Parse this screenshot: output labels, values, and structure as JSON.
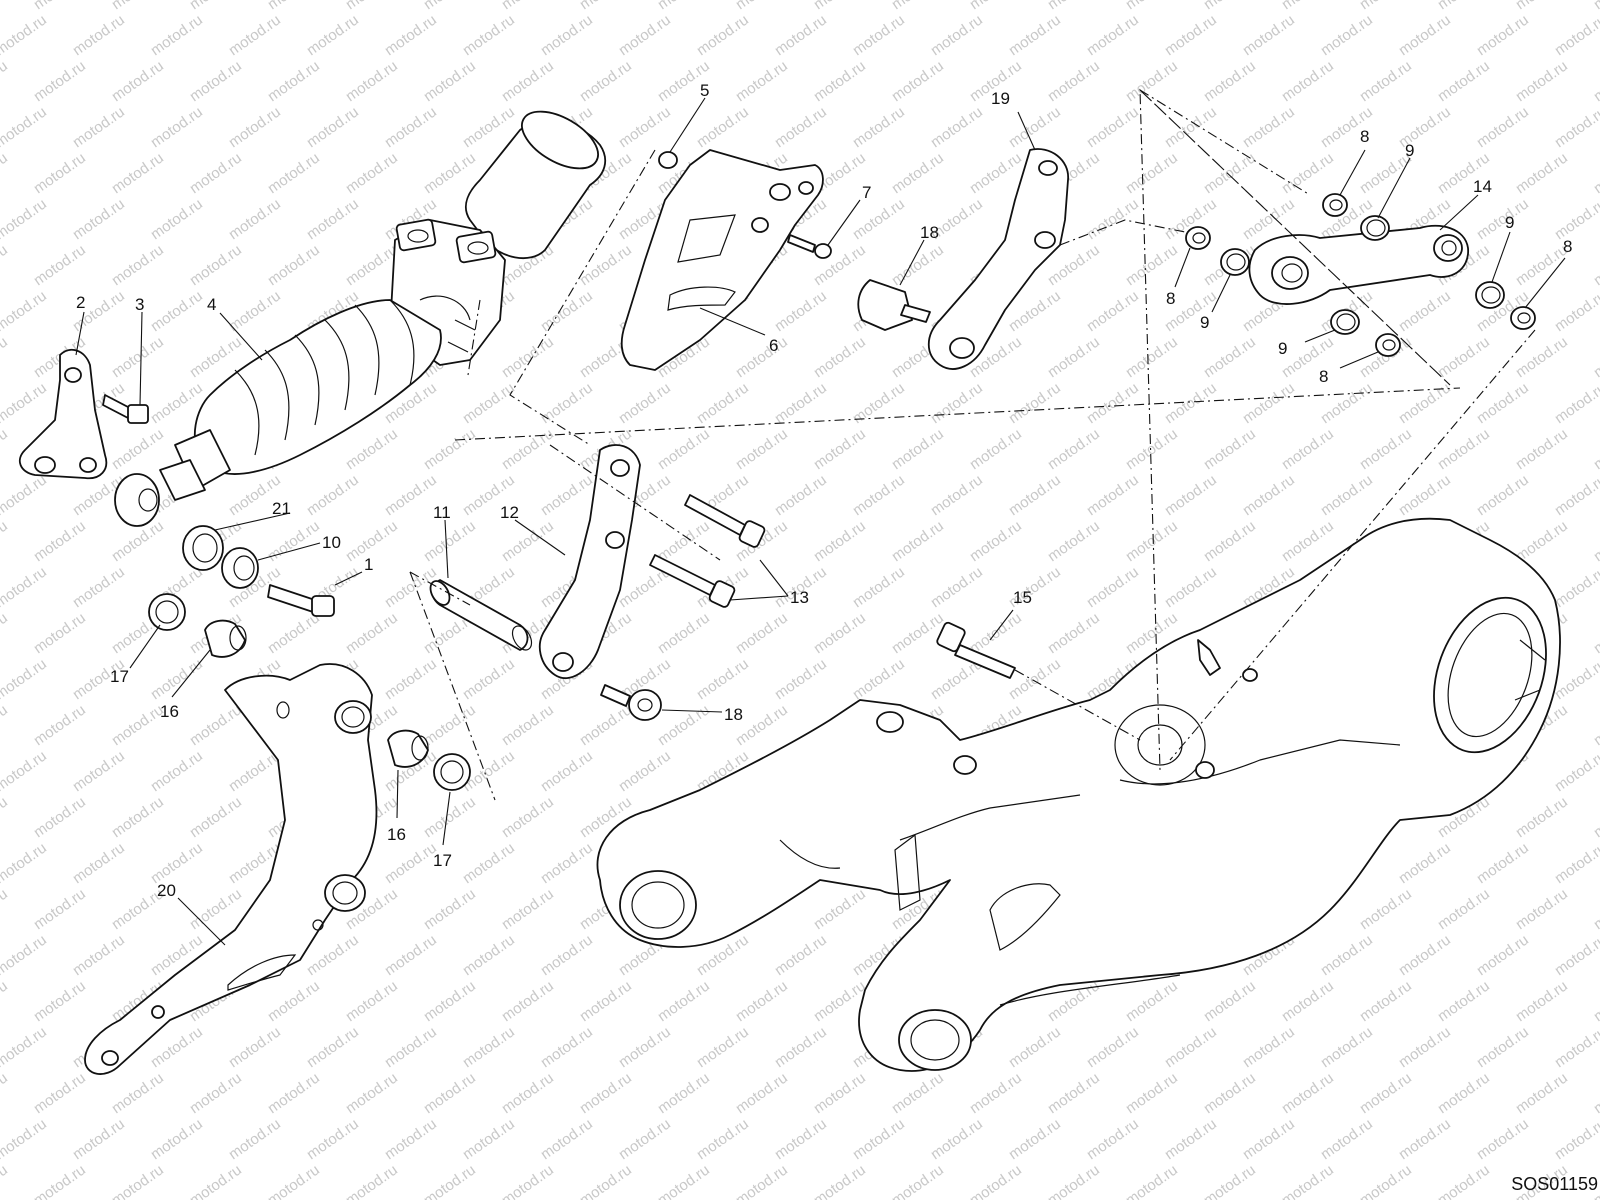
{
  "watermark": "motod.ru",
  "drawing_code": "SOS01159",
  "callouts": [
    {
      "id": "1",
      "text": "1"
    },
    {
      "id": "2",
      "text": "2"
    },
    {
      "id": "3",
      "text": "3"
    },
    {
      "id": "4",
      "text": "4"
    },
    {
      "id": "5",
      "text": "5"
    },
    {
      "id": "6",
      "text": "6"
    },
    {
      "id": "7",
      "text": "7"
    },
    {
      "id": "8a",
      "text": "8"
    },
    {
      "id": "8b",
      "text": "8"
    },
    {
      "id": "8c",
      "text": "8"
    },
    {
      "id": "8d",
      "text": "8"
    },
    {
      "id": "9a",
      "text": "9"
    },
    {
      "id": "9b",
      "text": "9"
    },
    {
      "id": "9c",
      "text": "9"
    },
    {
      "id": "9d",
      "text": "9"
    },
    {
      "id": "10",
      "text": "10"
    },
    {
      "id": "11",
      "text": "11"
    },
    {
      "id": "12",
      "text": "12"
    },
    {
      "id": "13",
      "text": "13"
    },
    {
      "id": "14",
      "text": "14"
    },
    {
      "id": "15",
      "text": "15"
    },
    {
      "id": "16a",
      "text": "16"
    },
    {
      "id": "16b",
      "text": "16"
    },
    {
      "id": "17a",
      "text": "17"
    },
    {
      "id": "17b",
      "text": "17"
    },
    {
      "id": "18a",
      "text": "18"
    },
    {
      "id": "18b",
      "text": "18"
    },
    {
      "id": "19",
      "text": "19"
    },
    {
      "id": "20",
      "text": "20"
    },
    {
      "id": "21",
      "text": "21"
    }
  ]
}
